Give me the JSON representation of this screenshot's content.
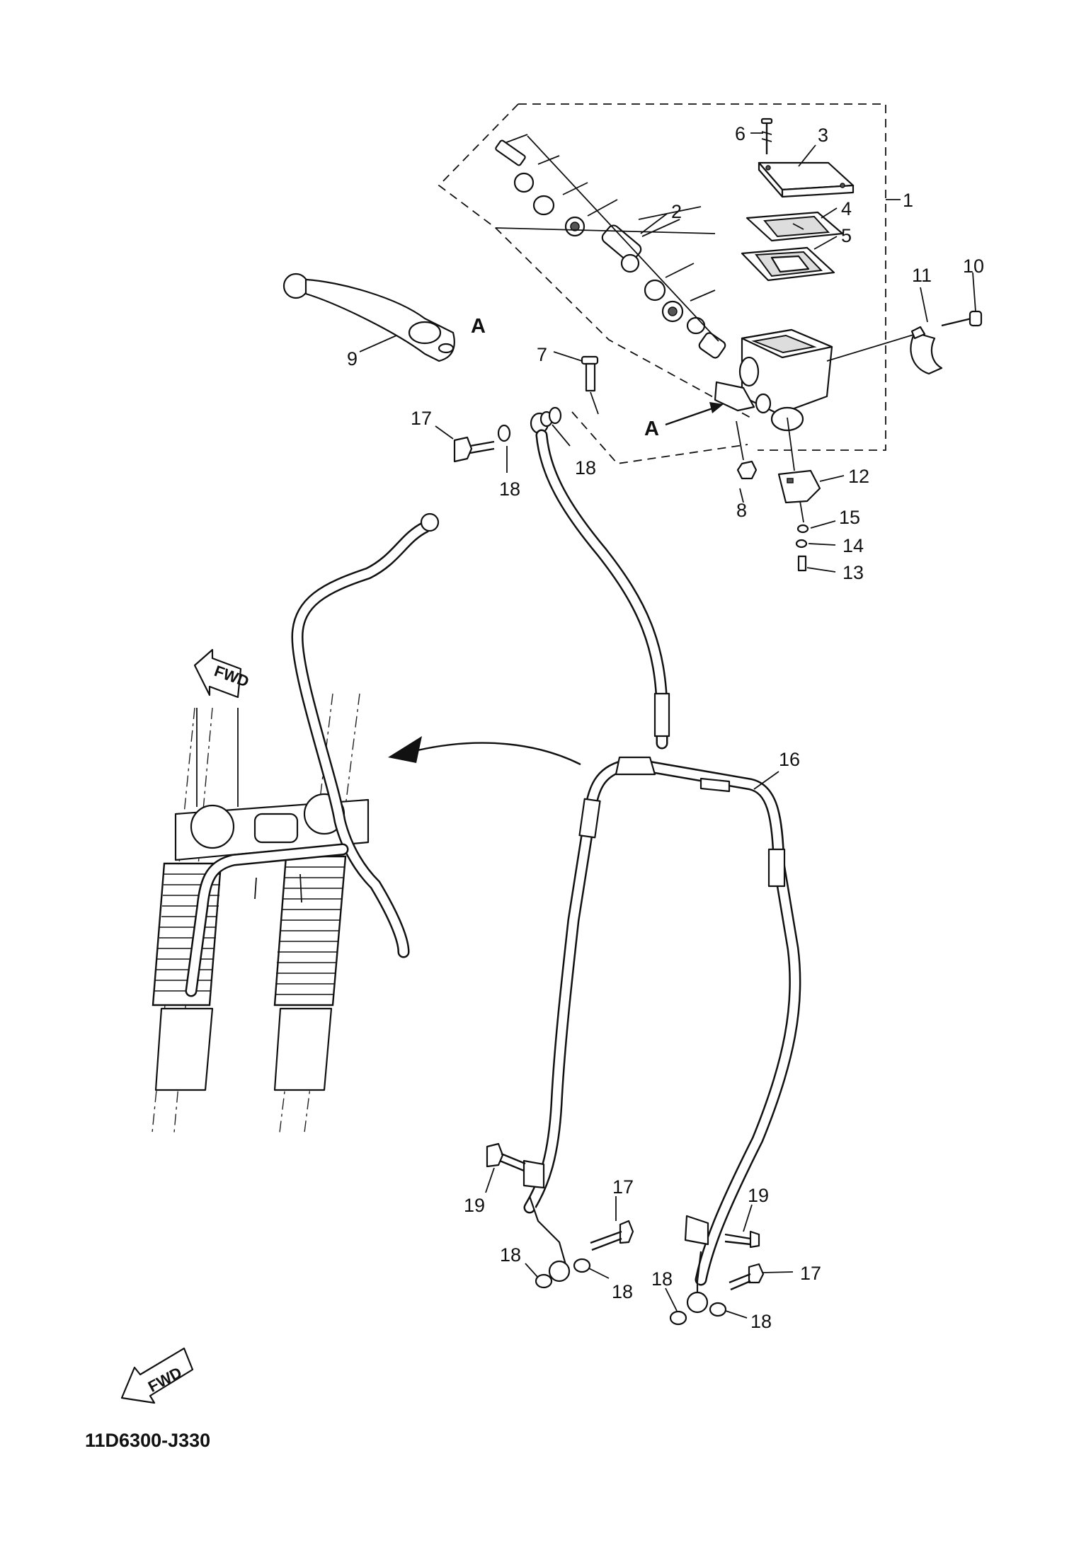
{
  "diagram_code": "11D6300-J330",
  "view_marker": "A",
  "direction_label": "FWD",
  "callouts": [
    "1",
    "2",
    "3",
    "4",
    "5",
    "6",
    "7",
    "8",
    "9",
    "10",
    "11",
    "12",
    "13",
    "14",
    "15",
    "16",
    "17",
    "18",
    "19"
  ]
}
